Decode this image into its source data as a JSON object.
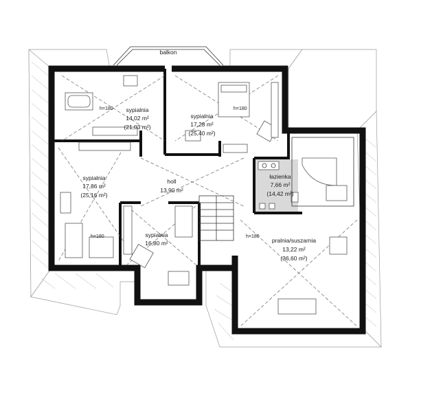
{
  "labels": {
    "balcony": "balkon",
    "bedroom1_name": "sypialnia",
    "bedroom1_area": "14,02 m²",
    "bedroom1_total": "(21,03 m²)",
    "bedroom2_name": "sypialnia",
    "bedroom2_area": "17,28 m²",
    "bedroom2_total": "(25,40 m²)",
    "bedroom3_name": "sypialnia",
    "bedroom3_area": "17,86 m²",
    "bedroom3_total": "(25,16 m²)",
    "bedroom4_name": "sypialnia",
    "bedroom4_area": "16,80 m²",
    "hall_name": "holl",
    "hall_area": "13,90 m²",
    "bathroom_name": "łazienka",
    "bathroom_area": "7,66 m²",
    "bathroom_total": "(14,42 m²)",
    "laundry_name": "pralnia/suszarnia",
    "laundry_area": "13,22 m²",
    "laundry_total": "(36,60 m²)",
    "h180": "h=180"
  },
  "colors": {
    "wall": "#111111",
    "bathroom_floor": "#d9d9d9",
    "roof_lines": "#9a9a9a"
  }
}
